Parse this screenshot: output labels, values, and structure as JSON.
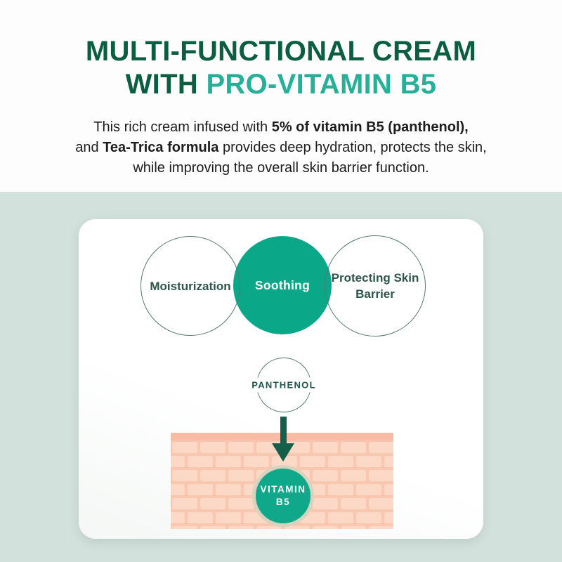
{
  "colors": {
    "page-bg": "#fdfdfd",
    "section-bg": "#d3e1dc",
    "deep-green": "#0b5e42",
    "accent-teal": "#26b097",
    "body-text": "#1d1d1d",
    "circle-teal": "#0aa789",
    "outline-green": "#55786c",
    "label-green": "#2e544b",
    "panthenol-green": "#1f5646",
    "arrow-green": "#15604a",
    "wall-mortar": "#f9c7b0",
    "wall-strip": "#f8bba3",
    "brick": "#fcd9c7",
    "badge-ring": "#d7d3bf",
    "badge-teal": "#0fa88a"
  },
  "hero": {
    "title_line1": "MULTI-FUNCTIONAL CREAM",
    "title_line2": {
      "prefix": "WITH",
      "highlight": "PRO-VITAMIN B5"
    },
    "description": {
      "line1": {
        "normal": "This rich cream infused with",
        "bold": "5% of vitamin B5 (panthenol),"
      },
      "line2": {
        "pre": "and",
        "bold": "Tea-Trica formula",
        "post": "provides deep hydration, protects the skin,"
      },
      "line3": "while improving the overall skin barrier function."
    }
  },
  "diagram": {
    "benefits": {
      "left": "Moisturization",
      "center": "Soothing",
      "right": "Protecting Skin Barrier"
    },
    "ingredient": "PANTHENOL",
    "badge": {
      "line1": "VITAMIN",
      "line2": "B5"
    }
  }
}
